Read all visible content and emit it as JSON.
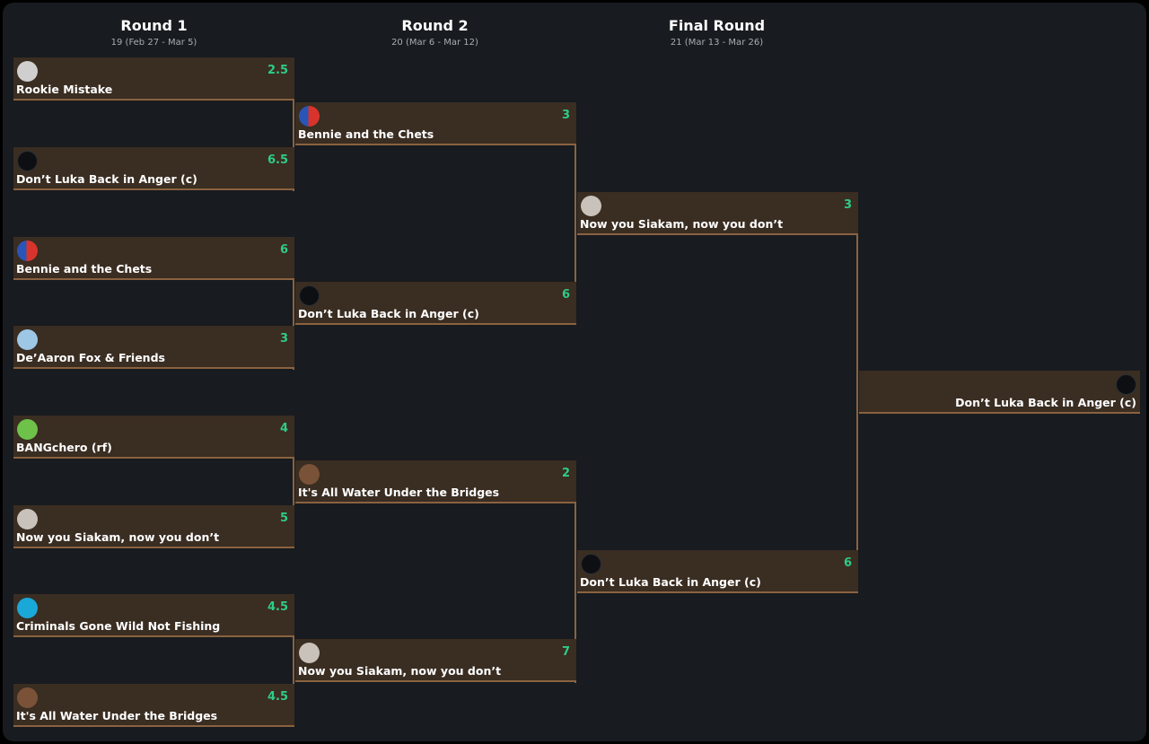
{
  "rounds": [
    {
      "title": "Round 1",
      "subtitle": "19 (Feb 27 - Mar 5)"
    },
    {
      "title": "Round 2",
      "subtitle": "20 (Mar 6 - Mar 12)"
    },
    {
      "title": "Final Round",
      "subtitle": "21 (Mar 13 - Mar 26)"
    }
  ],
  "round1": [
    {
      "name": "Rookie Mistake",
      "score": "2.5",
      "avatar": "team-avatar-gray"
    },
    {
      "name": "Don’t Luka Back in Anger (c)",
      "score": "6.5",
      "avatar": "team-avatar-dark"
    },
    {
      "name": "Bennie and the Chets",
      "score": "6",
      "avatar": "team-avatar-flag"
    },
    {
      "name": "De’Aaron Fox & Friends",
      "score": "3",
      "avatar": "team-avatar-fox"
    },
    {
      "name": "BANGchero (rf)",
      "score": "4",
      "avatar": "team-avatar-green"
    },
    {
      "name": "Now you Siakam, now you don’t",
      "score": "5",
      "avatar": "team-avatar-siakam"
    },
    {
      "name": "Criminals Gone Wild Not Fishing",
      "score": "4.5",
      "avatar": "team-avatar-blue"
    },
    {
      "name": "It's All Water Under the Bridges",
      "score": "4.5",
      "avatar": "team-avatar-bridge"
    }
  ],
  "round2": [
    {
      "name": "Bennie and the Chets",
      "score": "3",
      "avatar": "team-avatar-flag"
    },
    {
      "name": "Don’t Luka Back in Anger (c)",
      "score": "6",
      "avatar": "team-avatar-dark"
    },
    {
      "name": "It's All Water Under the Bridges",
      "score": "2",
      "avatar": "team-avatar-bridge"
    },
    {
      "name": "Now you Siakam, now you don’t",
      "score": "7",
      "avatar": "team-avatar-siakam"
    }
  ],
  "final_round": [
    {
      "name": "Now you Siakam, now you don’t",
      "score": "3",
      "avatar": "team-avatar-siakam"
    },
    {
      "name": "Don’t Luka Back in Anger (c)",
      "score": "6",
      "avatar": "team-avatar-dark"
    }
  ],
  "champion": {
    "name": "Don’t Luka Back in Anger (c)",
    "avatar": "team-avatar-dark"
  },
  "colors": {
    "card_bg": "#3a2d22",
    "connector": "#8a6240",
    "score": "#2ecc87",
    "background": "#181b1f"
  }
}
